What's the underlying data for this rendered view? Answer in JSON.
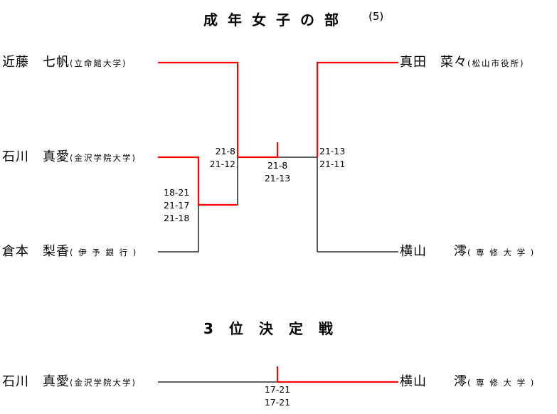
{
  "main_title": "成年女子の部",
  "main_number": "(5)",
  "third_place_title": "3位決定戦",
  "players": {
    "left1": {
      "name": "近藤　七帆",
      "org": "(立命館大学)"
    },
    "left2": {
      "name": "石川　真愛",
      "org": "(金沢学院大学)"
    },
    "left3": {
      "name": "倉本　梨香",
      "org": "( 伊 予 銀 行 )"
    },
    "right1": {
      "name": "真田　菜々",
      "org": "(松山市役所)"
    },
    "right2": {
      "name": "横山　　澪",
      "org": "( 専 修 大 学 )"
    },
    "tp_left": {
      "name": "石川　真愛",
      "org": "(金沢学院大学)"
    },
    "tp_right": {
      "name": "横山　　澪",
      "org": "( 専 修 大 学 )"
    }
  },
  "scores": {
    "semi_left": [
      "21-8",
      "21-12"
    ],
    "quarter_left": [
      "18-21",
      "21-17",
      "21-18"
    ],
    "final": [
      "21-8",
      "21-13"
    ],
    "semi_right": [
      "21-13",
      "21-11"
    ],
    "third_place": [
      "17-21",
      "17-21"
    ]
  },
  "colors": {
    "winner_line": "#ff0000",
    "line": "#000000"
  }
}
